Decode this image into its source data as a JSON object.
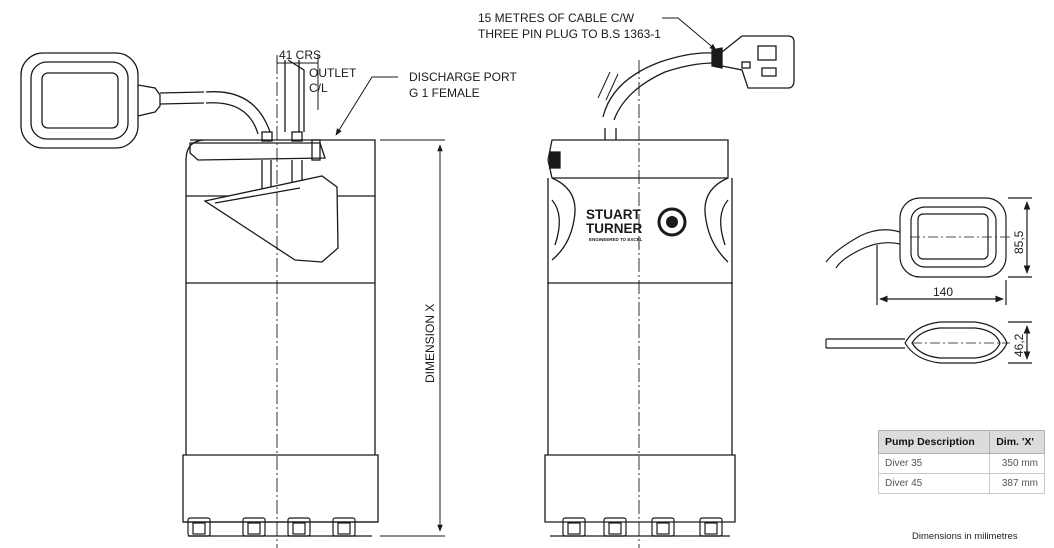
{
  "annotations": {
    "cable_line1": "15 METRES OF CABLE C/W",
    "cable_line2": "THREE PIN PLUG TO B.S 1363-1",
    "crs": "41 CRS",
    "outlet_line1": "OUTLET",
    "outlet_line2": "C/L",
    "discharge_line1": "DISCHARGE PORT",
    "discharge_line2": "G 1  FEMALE",
    "dimension_x": "DIMENSION X"
  },
  "brand": {
    "line1": "STUART",
    "line2": "TURNER",
    "tagline": "ENGINEERED TO EXCEL"
  },
  "float_dims": {
    "width": "140",
    "height": "85,5",
    "thickness": "46,2"
  },
  "spec_table": {
    "headers": [
      "Pump Description",
      "Dim. 'X'"
    ],
    "rows": [
      {
        "description": "Diver 35",
        "dim": "350 mm"
      },
      {
        "description": "Diver 45",
        "dim": "387 mm"
      }
    ]
  },
  "footnote": "Dimensions in milimetres"
}
